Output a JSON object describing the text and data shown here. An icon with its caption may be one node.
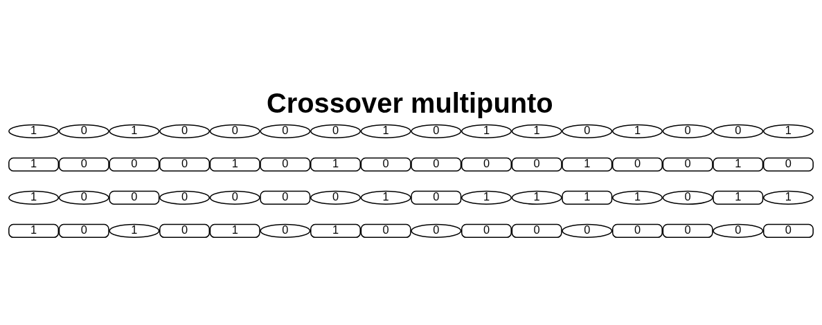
{
  "diagram": {
    "title": "Crossover multipunto",
    "nodes": [
      {
        "text": [
          "1"
        ]
      },
      {
        "text": [
          "0"
        ]
      },
      {
        "text": [
          "1"
        ]
      },
      {
        "text": [
          "0"
        ]
      },
      {
        "text": [
          "0"
        ]
      },
      {
        "text": [
          "0"
        ]
      },
      {
        "text": [
          "0"
        ]
      },
      {
        "text": [
          "1"
        ]
      },
      {
        "text": [
          "0"
        ]
      },
      {
        "text": [
          "1"
        ]
      },
      {
        "text": [
          "1"
        ]
      },
      {
        "text": [
          "0"
        ]
      },
      {
        "text": [
          "1"
        ]
      },
      {
        "text": [
          "0"
        ]
      },
      {
        "text": [
          "0"
        ]
      },
      {
        "text": [
          "1"
        ]
      },
      {
        "text": [
          "1"
        ]
      },
      {
        "text": [
          "0"
        ]
      },
      {
        "text": [
          "0"
        ]
      },
      {
        "text": [
          "0"
        ]
      },
      {
        "text": [
          "1"
        ]
      },
      {
        "text": [
          "0"
        ]
      },
      {
        "text": [
          "1"
        ]
      },
      {
        "text": [
          "0"
        ]
      },
      {
        "text": [
          "0"
        ]
      },
      {
        "text": [
          "0"
        ]
      },
      {
        "text": [
          "0"
        ]
      },
      {
        "text": [
          "1"
        ]
      },
      {
        "text": [
          "0"
        ]
      },
      {
        "text": [
          "0"
        ]
      },
      {
        "text": [
          "1"
        ]
      },
      {
        "text": [
          "0"
        ]
      },
      {
        "text": [
          "1"
        ]
      },
      {
        "text": [
          "0"
        ]
      },
      {
        "text": [
          "0"
        ]
      },
      {
        "text": [
          "0"
        ]
      },
      {
        "text": [
          "0"
        ]
      },
      {
        "text": [
          "0"
        ]
      },
      {
        "text": [
          "0"
        ]
      },
      {
        "text": [
          "1"
        ]
      },
      {
        "text": [
          "0"
        ]
      },
      {
        "text": [
          "1"
        ]
      },
      {
        "text": [
          "1"
        ]
      },
      {
        "text": [
          "1"
        ]
      },
      {
        "text": [
          "1"
        ]
      },
      {
        "text": [
          "0"
        ]
      },
      {
        "text": [
          "1"
        ]
      },
      {
        "text": [
          "1"
        ]
      },
      {
        "text": [
          "1"
        ]
      },
      {
        "text": [
          "0"
        ]
      },
      {
        "text": [
          "1"
        ]
      },
      {
        "text": [
          "0"
        ]
      },
      {
        "text": [
          "1"
        ]
      },
      {
        "text": [
          "0"
        ]
      },
      {
        "text": [
          "1"
        ]
      },
      {
        "text": [
          "0"
        ]
      },
      {
        "text": [
          "0"
        ]
      },
      {
        "text": [
          "0"
        ]
      },
      {
        "text": [
          "0"
        ]
      },
      {
        "text": [
          "0"
        ]
      },
      {
        "text": [
          "0"
        ]
      },
      {
        "text": [
          "0"
        ]
      },
      {
        "text": [
          "0"
        ]
      },
      {
        "text": [
          "0"
        ]
      }
    ]
  }
}
